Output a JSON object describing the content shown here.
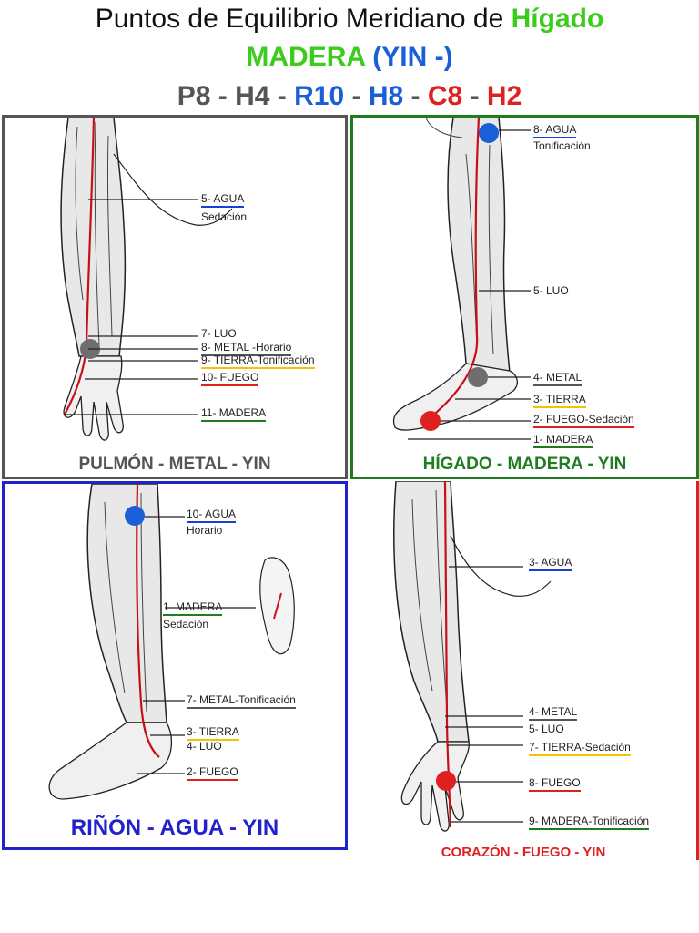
{
  "header": {
    "line1_prefix": "Puntos de Equilibrio  Meridiano de ",
    "line1_highlight": "Hígado",
    "line2_madera": "MADERA",
    "line2_yin": "(YIN -)",
    "formula": [
      {
        "text": "P8",
        "color": "#555555"
      },
      {
        "text": " - ",
        "color": "#555555"
      },
      {
        "text": "H4",
        "color": "#555555"
      },
      {
        "text": " - ",
        "color": "#555555"
      },
      {
        "text": "R10",
        "color": "#1a5fd6"
      },
      {
        "text": " - ",
        "color": "#555555"
      },
      {
        "text": "H8",
        "color": "#1a5fd6"
      },
      {
        "text": " - ",
        "color": "#555555"
      },
      {
        "text": "C8",
        "color": "#e02020"
      },
      {
        "text": " - ",
        "color": "#555555"
      },
      {
        "text": "H2",
        "color": "#e02020"
      }
    ]
  },
  "colors": {
    "green": "#3ccc1e",
    "blue": "#1a5fd6",
    "red": "#e02020",
    "gray": "#555555",
    "dark_green": "#1f7d1f",
    "dark_blue": "#2222cc",
    "yellow": "#f2c400",
    "meridian": "#c8101a"
  },
  "panels": {
    "pulmon": {
      "caption": "PULMÓN - METAL - YIN",
      "labels": [
        {
          "text": "5- AGUA",
          "sub": "Sedación",
          "underline": "#1a3fd6"
        },
        {
          "text": "7- LUO",
          "sub": "",
          "underline": ""
        },
        {
          "text": "8- METAL -Horario",
          "sub": "",
          "underline": "#555555"
        },
        {
          "text": "9- TIERRA-Tonificación",
          "sub": "",
          "underline": "#f2c400"
        },
        {
          "text": "10- FUEGO",
          "sub": "",
          "underline": "#e02020"
        },
        {
          "text": "11- MADERA",
          "sub": "",
          "underline": "#1f7d1f"
        }
      ]
    },
    "higado": {
      "caption": "HÍGADO - MADERA - YIN",
      "labels": [
        {
          "text": "8- AGUA",
          "sub": "Tonificación",
          "underline": "#1a3fd6"
        },
        {
          "text": "5- LUO",
          "sub": "",
          "underline": ""
        },
        {
          "text": "4- METAL",
          "sub": "",
          "underline": "#555555"
        },
        {
          "text": "3- TIERRA",
          "sub": "",
          "underline": "#f2c400"
        },
        {
          "text": "2- FUEGO-Sedación",
          "sub": "",
          "underline": "#e02020"
        },
        {
          "text": "1- MADERA",
          "sub": "",
          "underline": "#1f7d1f"
        }
      ]
    },
    "rinon": {
      "caption": "RIÑÓN - AGUA - YIN",
      "labels": [
        {
          "text": "10- AGUA",
          "sub": "Horario",
          "underline": "#1a3fd6"
        },
        {
          "text": "1- MADERA",
          "sub": "Sedación",
          "underline": "#1f7d1f"
        },
        {
          "text": "7- METAL-Tonificación",
          "sub": "",
          "underline": "#555555"
        },
        {
          "text": "3- TIERRA",
          "sub": "",
          "underline": "#f2c400"
        },
        {
          "text": "4- LUO",
          "sub": "",
          "underline": ""
        },
        {
          "text": "2- FUEGO",
          "sub": "",
          "underline": "#e02020"
        }
      ]
    },
    "corazon": {
      "caption": "CORAZÓN - FUEGO - YIN",
      "labels": [
        {
          "text": "3- AGUA",
          "sub": "",
          "underline": "#1a3fd6"
        },
        {
          "text": "4- METAL",
          "sub": "",
          "underline": "#555555"
        },
        {
          "text": "5- LUO",
          "sub": "",
          "underline": ""
        },
        {
          "text": "7- TIERRA-Sedación",
          "sub": "",
          "underline": "#f2c400"
        },
        {
          "text": "8- FUEGO",
          "sub": "",
          "underline": "#e02020"
        },
        {
          "text": "9- MADERA-Tonificación",
          "sub": "",
          "underline": "#1f7d1f"
        }
      ]
    }
  }
}
